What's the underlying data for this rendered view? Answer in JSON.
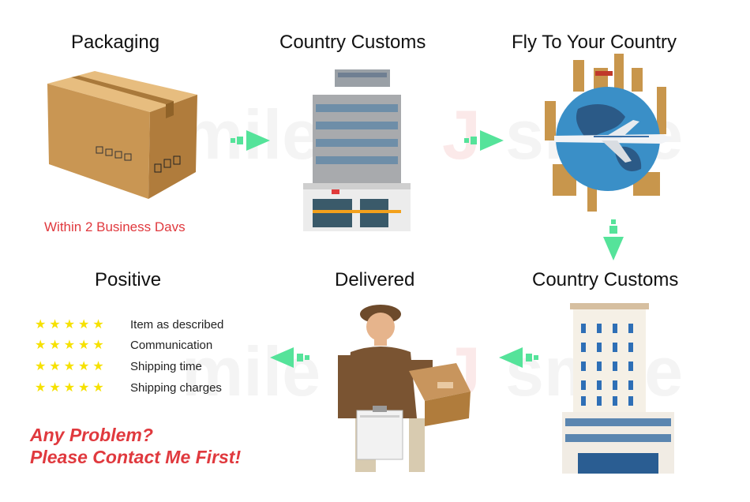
{
  "steps": {
    "packaging": "Packaging",
    "customs_1": "Country Customs",
    "fly": "Fly To Your Country",
    "customs_2": "Country Customs",
    "delivered": "Delivered",
    "positive": "Positive"
  },
  "packaging_note": "Within 2 Business Davs",
  "ratings": [
    {
      "label": "Item as described",
      "stars": "★★★★★"
    },
    {
      "label": "Communication",
      "stars": "★★★★★"
    },
    {
      "label": "Shipping time",
      "stars": "★★★★★"
    },
    {
      "label": "Shipping charges",
      "stars": "★★★★★"
    }
  ],
  "contact": {
    "line1": "Any Problem?",
    "line2": "Please Contact Me First!"
  },
  "colors": {
    "arrow": "#55e39a",
    "accent_red": "#e0393e",
    "star": "#f6e100"
  },
  "icons": [
    "shipping-box-icon",
    "customs-building-icon",
    "globe-airplane-icon",
    "customs-tower-icon",
    "delivery-man-icon",
    "arrow-icon"
  ]
}
